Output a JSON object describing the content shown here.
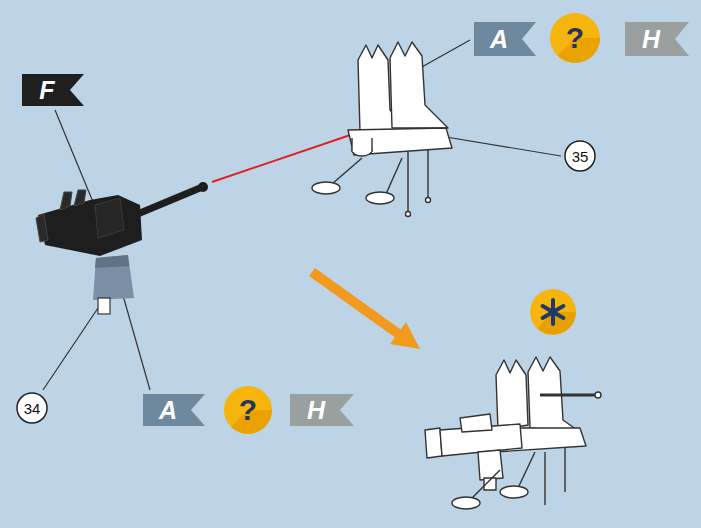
{
  "diagram": {
    "nodes": [
      {
        "text": [
          "A"
        ]
      },
      {
        "text": [
          "?"
        ]
      },
      {
        "text": [
          "H"
        ]
      },
      {
        "text": [
          "F"
        ]
      },
      {
        "text": [
          "35"
        ]
      },
      {
        "text": [
          "34"
        ]
      },
      {
        "text": [
          "A"
        ]
      },
      {
        "text": [
          "?"
        ]
      },
      {
        "text": [
          "H"
        ]
      }
    ]
  }
}
